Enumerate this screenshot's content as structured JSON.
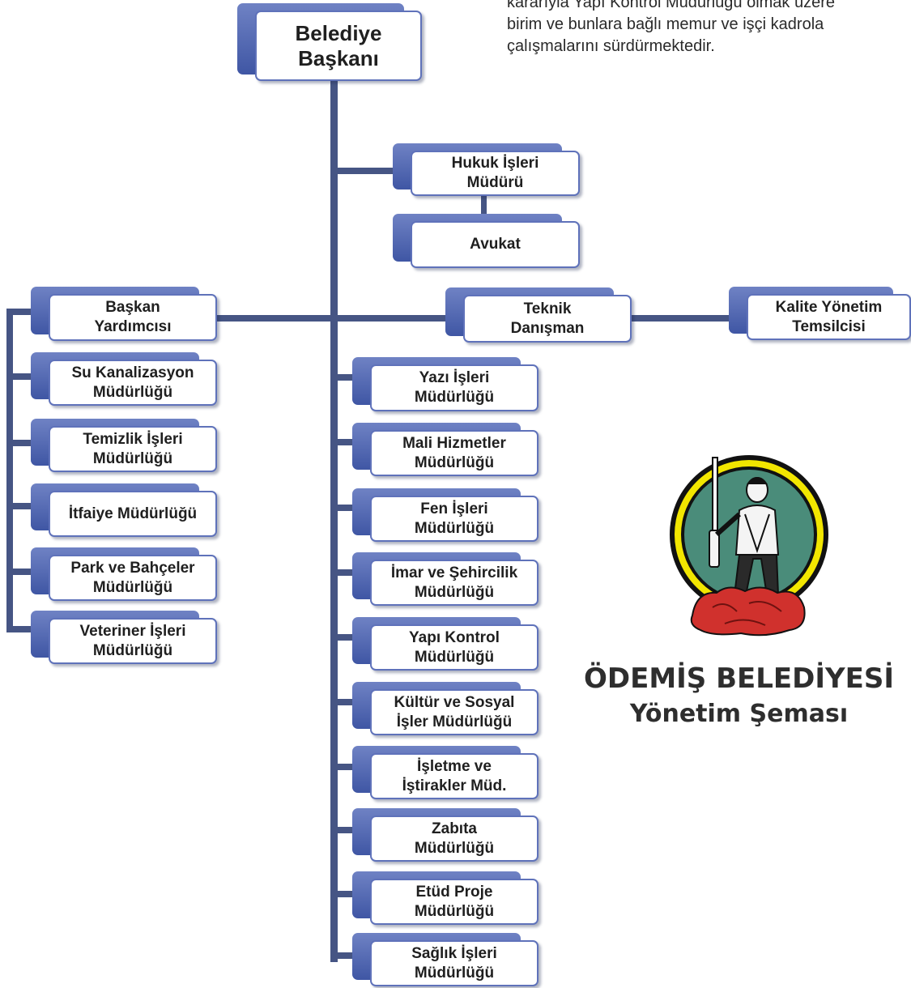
{
  "intro_text": "kararıyla Yapı Kontrol Müdürlüğü olmak üzere\nbirim ve bunlara bağlı memur ve işçi kadrola\nçalışmalarını sürdürmektedir.",
  "nodes": {
    "mayor": "Belediye\nBaşkanı",
    "legal": "Hukuk İşleri\nMüdürü",
    "lawyer": "Avukat",
    "deputy": "Başkan\nYardımcısı",
    "tech": "Teknik\nDanışman",
    "quality": "Kalite Yönetim\nTemsilcisi",
    "left": [
      "Su Kanalizasyon\nMüdürlüğü",
      "Temizlik İşleri\nMüdürlüğü",
      "İtfaiye Müdürlüğü",
      "Park ve Bahçeler\nMüdürlüğü",
      "Veteriner İşleri\nMüdürlüğü"
    ],
    "center": [
      "Yazı İşleri\nMüdürlüğü",
      "Mali Hizmetler\nMüdürlüğü",
      "Fen İşleri\nMüdürlüğü",
      "İmar ve Şehircilik\nMüdürlüğü",
      "Yapı Kontrol\nMüdürlüğü",
      "Kültür ve Sosyal\nİşler Müdürlüğü",
      "İşletme ve\nİştirakler Müd.",
      "Zabıta\nMüdürlüğü",
      "Etüd Proje\nMüdürlüğü",
      "Sağlık İşleri\nMüdürlüğü"
    ]
  },
  "brand": {
    "name": "ÖDEMİŞ BELEDİYESİ",
    "subtitle": "Yönetim Şeması",
    "logo_icon": "odemis-municipality-emblem"
  },
  "colors": {
    "box_back": "#4a5ea8",
    "box_border": "#5f72ba",
    "connector": "#465584",
    "logo_green": "#4a8c7a",
    "logo_yellow": "#f2e600",
    "logo_red": "#d0312d"
  }
}
